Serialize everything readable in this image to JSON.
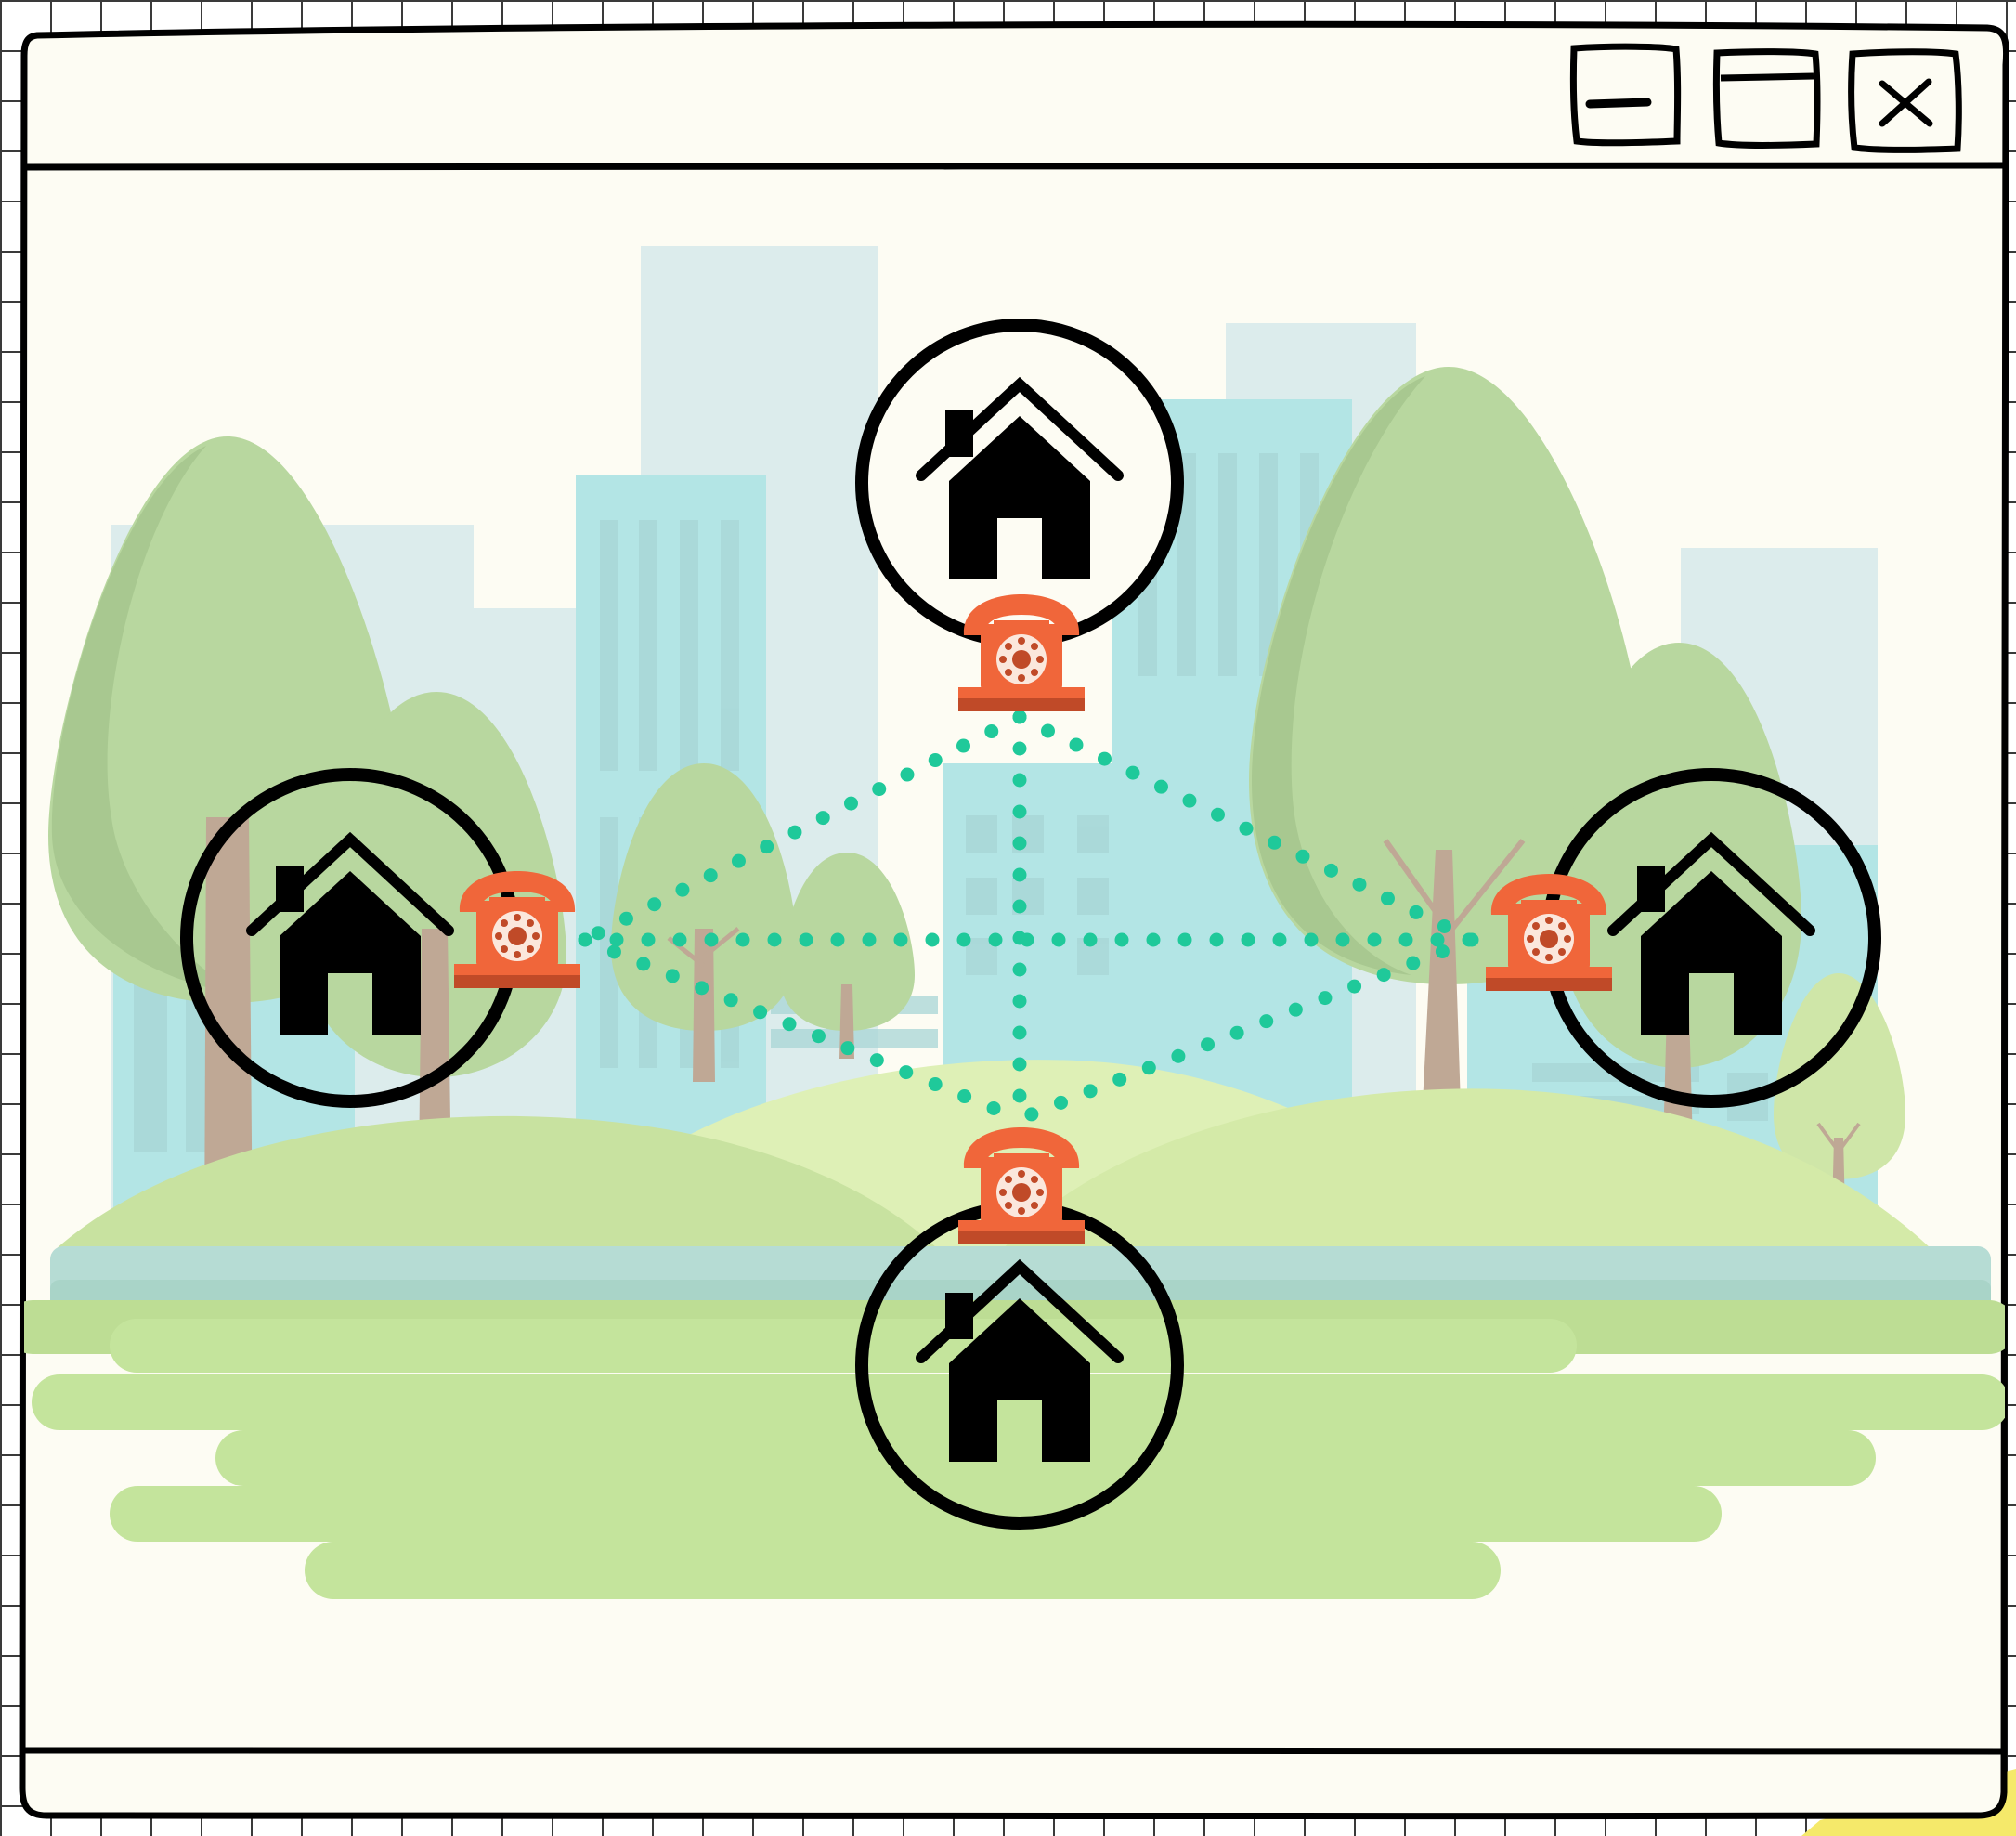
{
  "window": {
    "controls": [
      "minimize",
      "maximize",
      "close"
    ],
    "accent_color": "#f5e96a"
  },
  "scene": {
    "window_bg": "#fdfcf3",
    "building_colors": [
      "#dcecec",
      "#b3e5e5"
    ],
    "tree_colors": [
      "#b8d79f",
      "#a8c890"
    ],
    "trunk_color": "#bfa895",
    "hill_colors": [
      "#c8e2a0",
      "#def0b6"
    ],
    "grass_color": "#c4e49c",
    "water_color": "#b6dcd4"
  },
  "network": {
    "houses": [
      {
        "id": "top",
        "icon": "house-icon"
      },
      {
        "id": "left",
        "icon": "house-icon"
      },
      {
        "id": "right",
        "icon": "house-icon"
      },
      {
        "id": "bottom",
        "icon": "house-icon"
      }
    ],
    "phones": [
      {
        "id": "top",
        "icon": "rotary-phone-icon"
      },
      {
        "id": "left",
        "icon": "rotary-phone-icon"
      },
      {
        "id": "right",
        "icon": "rotary-phone-icon"
      },
      {
        "id": "bottom",
        "icon": "rotary-phone-icon"
      }
    ],
    "links": [
      [
        "top",
        "left"
      ],
      [
        "top",
        "right"
      ],
      [
        "top",
        "bottom"
      ],
      [
        "left",
        "right"
      ],
      [
        "left",
        "bottom"
      ],
      [
        "right",
        "bottom"
      ]
    ],
    "phone_color": "#f0663a",
    "phone_dark_color": "#c04a28",
    "link_color": "#1fc99a"
  }
}
